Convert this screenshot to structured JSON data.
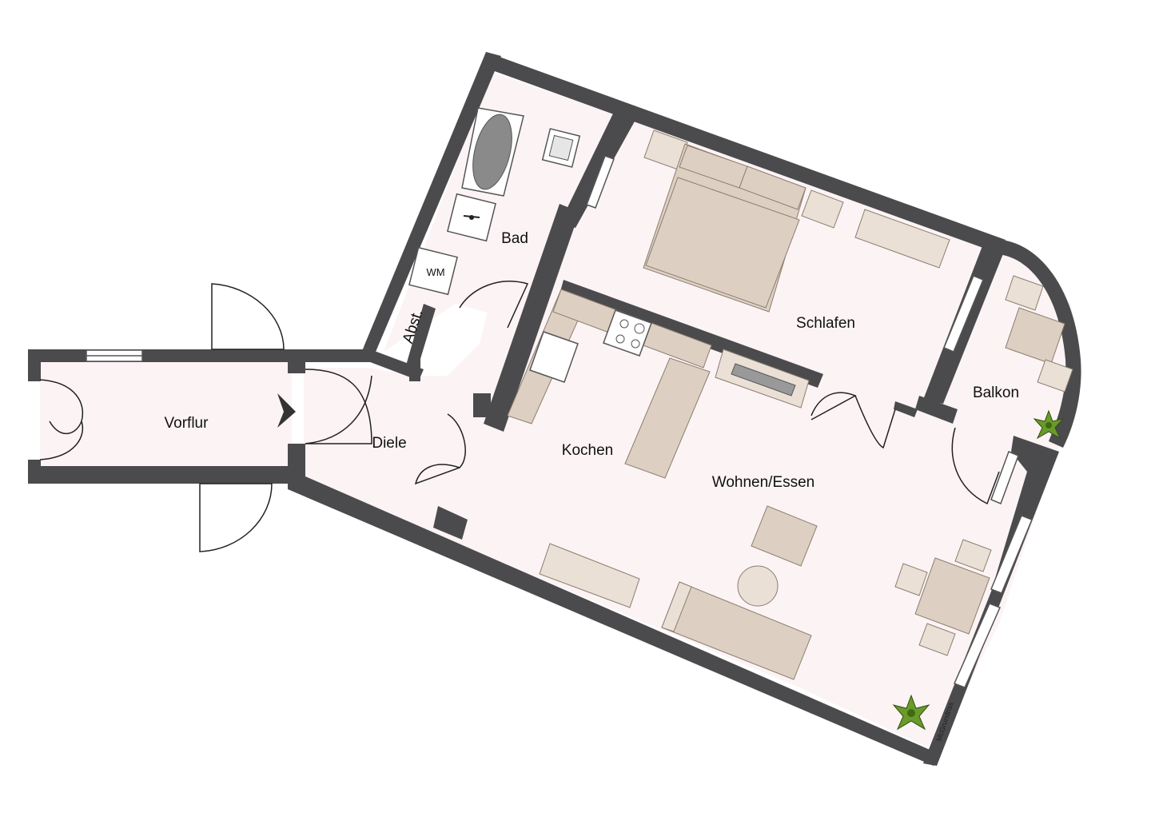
{
  "rooms": {
    "vorflur": "Vorflur",
    "diele": "Diele",
    "bad": "Bad",
    "abst": "Abst.",
    "schlafen": "Schlafen",
    "kochen": "Kochen",
    "wohnen": "Wohnen/Essen",
    "balkon": "Balkon"
  },
  "fixtures": {
    "washing_machine": "WM"
  },
  "credit": "McGrundriss",
  "colors": {
    "wall": "#4b4b4d",
    "floor": "#fcf3f4",
    "furniture": "#ddd0c2",
    "plant": "#6a9a2a"
  }
}
